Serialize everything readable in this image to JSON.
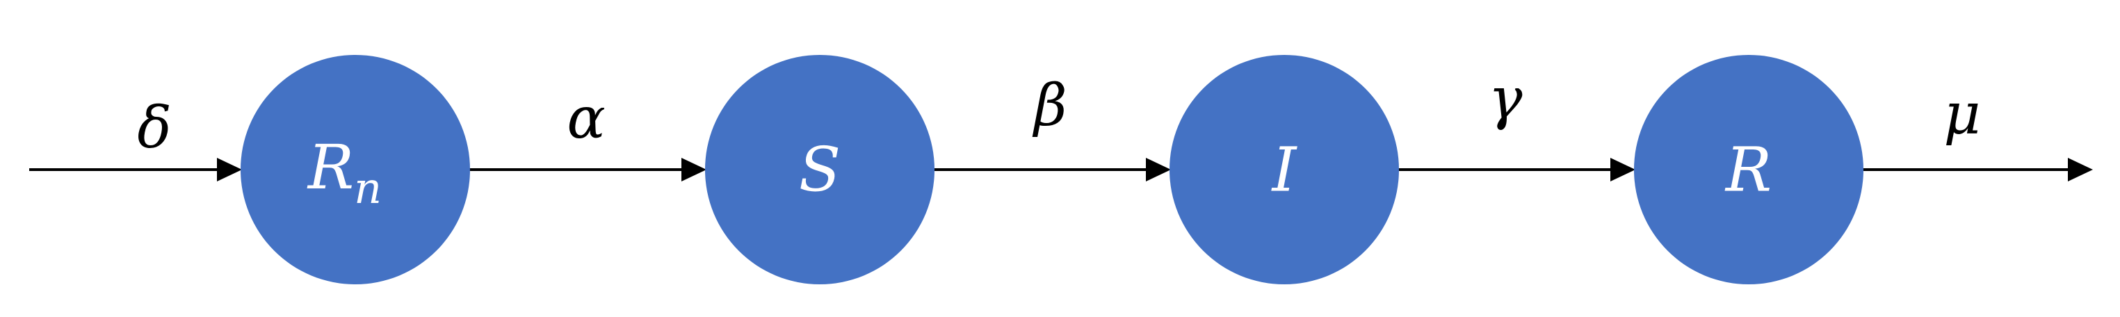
{
  "diagram": {
    "nodes": [
      {
        "id": "Rn",
        "label": "R",
        "subscript": "n"
      },
      {
        "id": "S",
        "label": "S"
      },
      {
        "id": "I",
        "label": "I"
      },
      {
        "id": "R",
        "label": "R"
      }
    ],
    "rates": [
      {
        "id": "delta",
        "label": "δ"
      },
      {
        "id": "alpha",
        "label": "α"
      },
      {
        "id": "beta",
        "label": "β"
      },
      {
        "id": "gamma",
        "label": "γ"
      },
      {
        "id": "mu",
        "label": "μ"
      }
    ],
    "colors": {
      "node_fill": "#4472c4",
      "node_text": "#ffffff",
      "edge": "#000000"
    }
  }
}
